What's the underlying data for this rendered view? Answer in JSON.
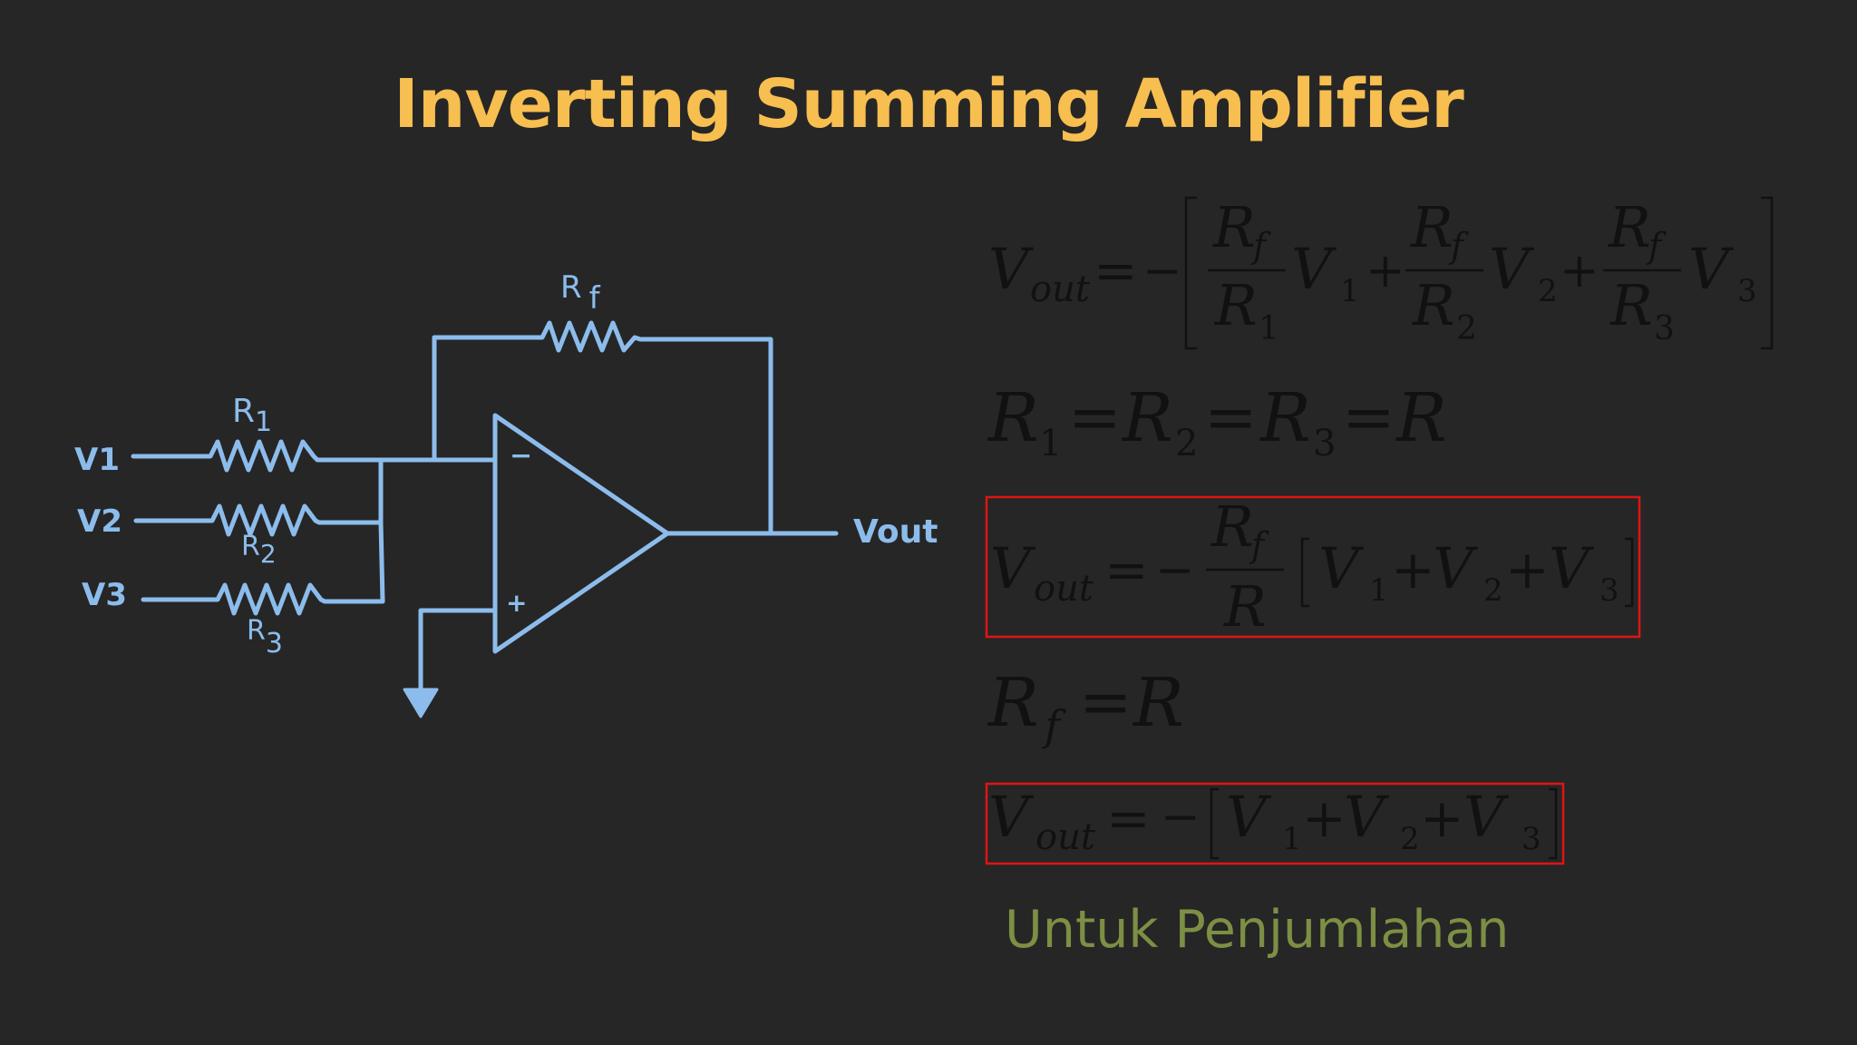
{
  "slide": {
    "title": "Inverting Summing Amplifier",
    "footnote": "Untuk Penjumlahan",
    "colors": {
      "background": "#262626",
      "title": "#f7be50",
      "circuit": "#8cbcec",
      "equation_text": "#111111",
      "highlight_box": "#e01414",
      "footnote": "#7c8f44"
    }
  },
  "circuit": {
    "input_labels": [
      "V1",
      "V2",
      "V3"
    ],
    "resistor_labels": [
      "R",
      "R",
      "R"
    ],
    "resistor_subscripts": [
      "1",
      "2",
      "3"
    ],
    "feedback_label": "R",
    "feedback_subscript": "f",
    "output_label": "Vout",
    "minus_sign": "−",
    "plus_sign": "+"
  },
  "equations": {
    "eq1": {
      "V": "V",
      "out": "out",
      "eq": "=",
      "minus": "−",
      "num": "R",
      "num_sub": "f",
      "den": "R",
      "sub1": "1",
      "sub2": "2",
      "sub3": "3",
      "plus": "+"
    },
    "eq2": {
      "R": "R",
      "s1": "1",
      "s2": "2",
      "s3": "3",
      "eq": "="
    },
    "eq3": {
      "V": "V",
      "out": "out",
      "eq": "=",
      "minus": "−",
      "num": "R",
      "num_sub": "f",
      "den": "R",
      "s1": "1",
      "s2": "2",
      "s3": "3",
      "plus": "+"
    },
    "eq4": {
      "R": "R",
      "sub": "f",
      "eq": "="
    },
    "eq5": {
      "V": "V",
      "out": "out",
      "eq": "=",
      "minus": "−",
      "s1": "1",
      "s2": "2",
      "s3": "3",
      "plus": "+"
    }
  }
}
